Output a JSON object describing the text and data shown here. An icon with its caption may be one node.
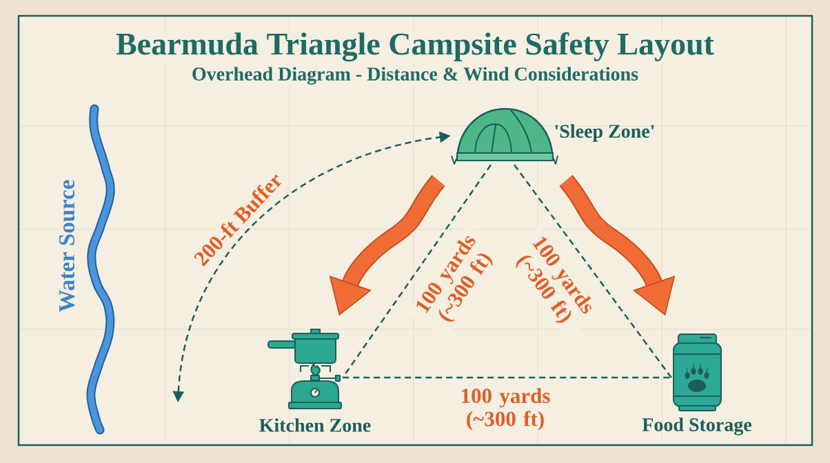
{
  "diagram": {
    "title": "Bearmuda Triangle Campsite Safety Layout",
    "nodes": [
      {
        "text": [],
        "shape": "picture",
        "beside": [
          "'Sleep Zone'"
        ]
      },
      {
        "text": [],
        "shape": "picture",
        "beside": [
          "Kitchen Zone"
        ]
      },
      {
        "text": [],
        "shape": "picture",
        "beside": [
          "Food Storage"
        ]
      }
    ],
    "edges": [
      {
        "from": null,
        "to": 0,
        "arrow": "both",
        "style": "dashed",
        "label": "200-ft Buffer"
      },
      {
        "from": 0,
        "to": 1,
        "arrow": "none",
        "style": "dashed",
        "label": "100 yards (~300 ft)"
      },
      {
        "from": 0,
        "to": 2,
        "arrow": "none",
        "style": "dashed",
        "label": "100 yards (~300 ft)"
      },
      {
        "from": 1,
        "to": 2,
        "arrow": "none",
        "style": "dashed",
        "label": "100 yards (~300 ft)"
      }
    ],
    "labels": [
      "Overhead Diagram - Distance & Wind Considerations",
      "Water Source"
    ]
  }
}
